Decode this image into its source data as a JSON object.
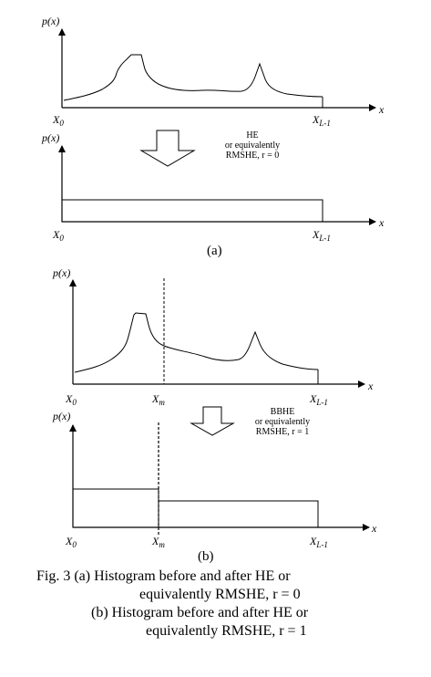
{
  "panel_a": {
    "ylabel": "p(x)",
    "xlabel": "x",
    "x0": {
      "main": "X",
      "sub": "0"
    },
    "xl": {
      "main": "X",
      "sub": "L-1"
    },
    "arrow_note": [
      "HE",
      "or equivalently",
      "RMSHE, r = 0"
    ],
    "label": "(a)"
  },
  "panel_b": {
    "ylabel": "p(x)",
    "xlabel": "x",
    "x0": {
      "main": "X",
      "sub": "0"
    },
    "xm": {
      "main": "X",
      "sub": "m"
    },
    "xl": {
      "main": "X",
      "sub": "L-1"
    },
    "arrow_note": [
      "BBHE",
      "or equivalently",
      "RMSHE, r = 1"
    ],
    "label": "(b)"
  },
  "caption": {
    "line1": "Fig. 3 (a) Histogram before and after HE or",
    "line2": "equivalently RMSHE, r = 0",
    "line3": "(b) Histogram before and after HE or",
    "line4": "equivalently RMSHE, r = 1"
  }
}
